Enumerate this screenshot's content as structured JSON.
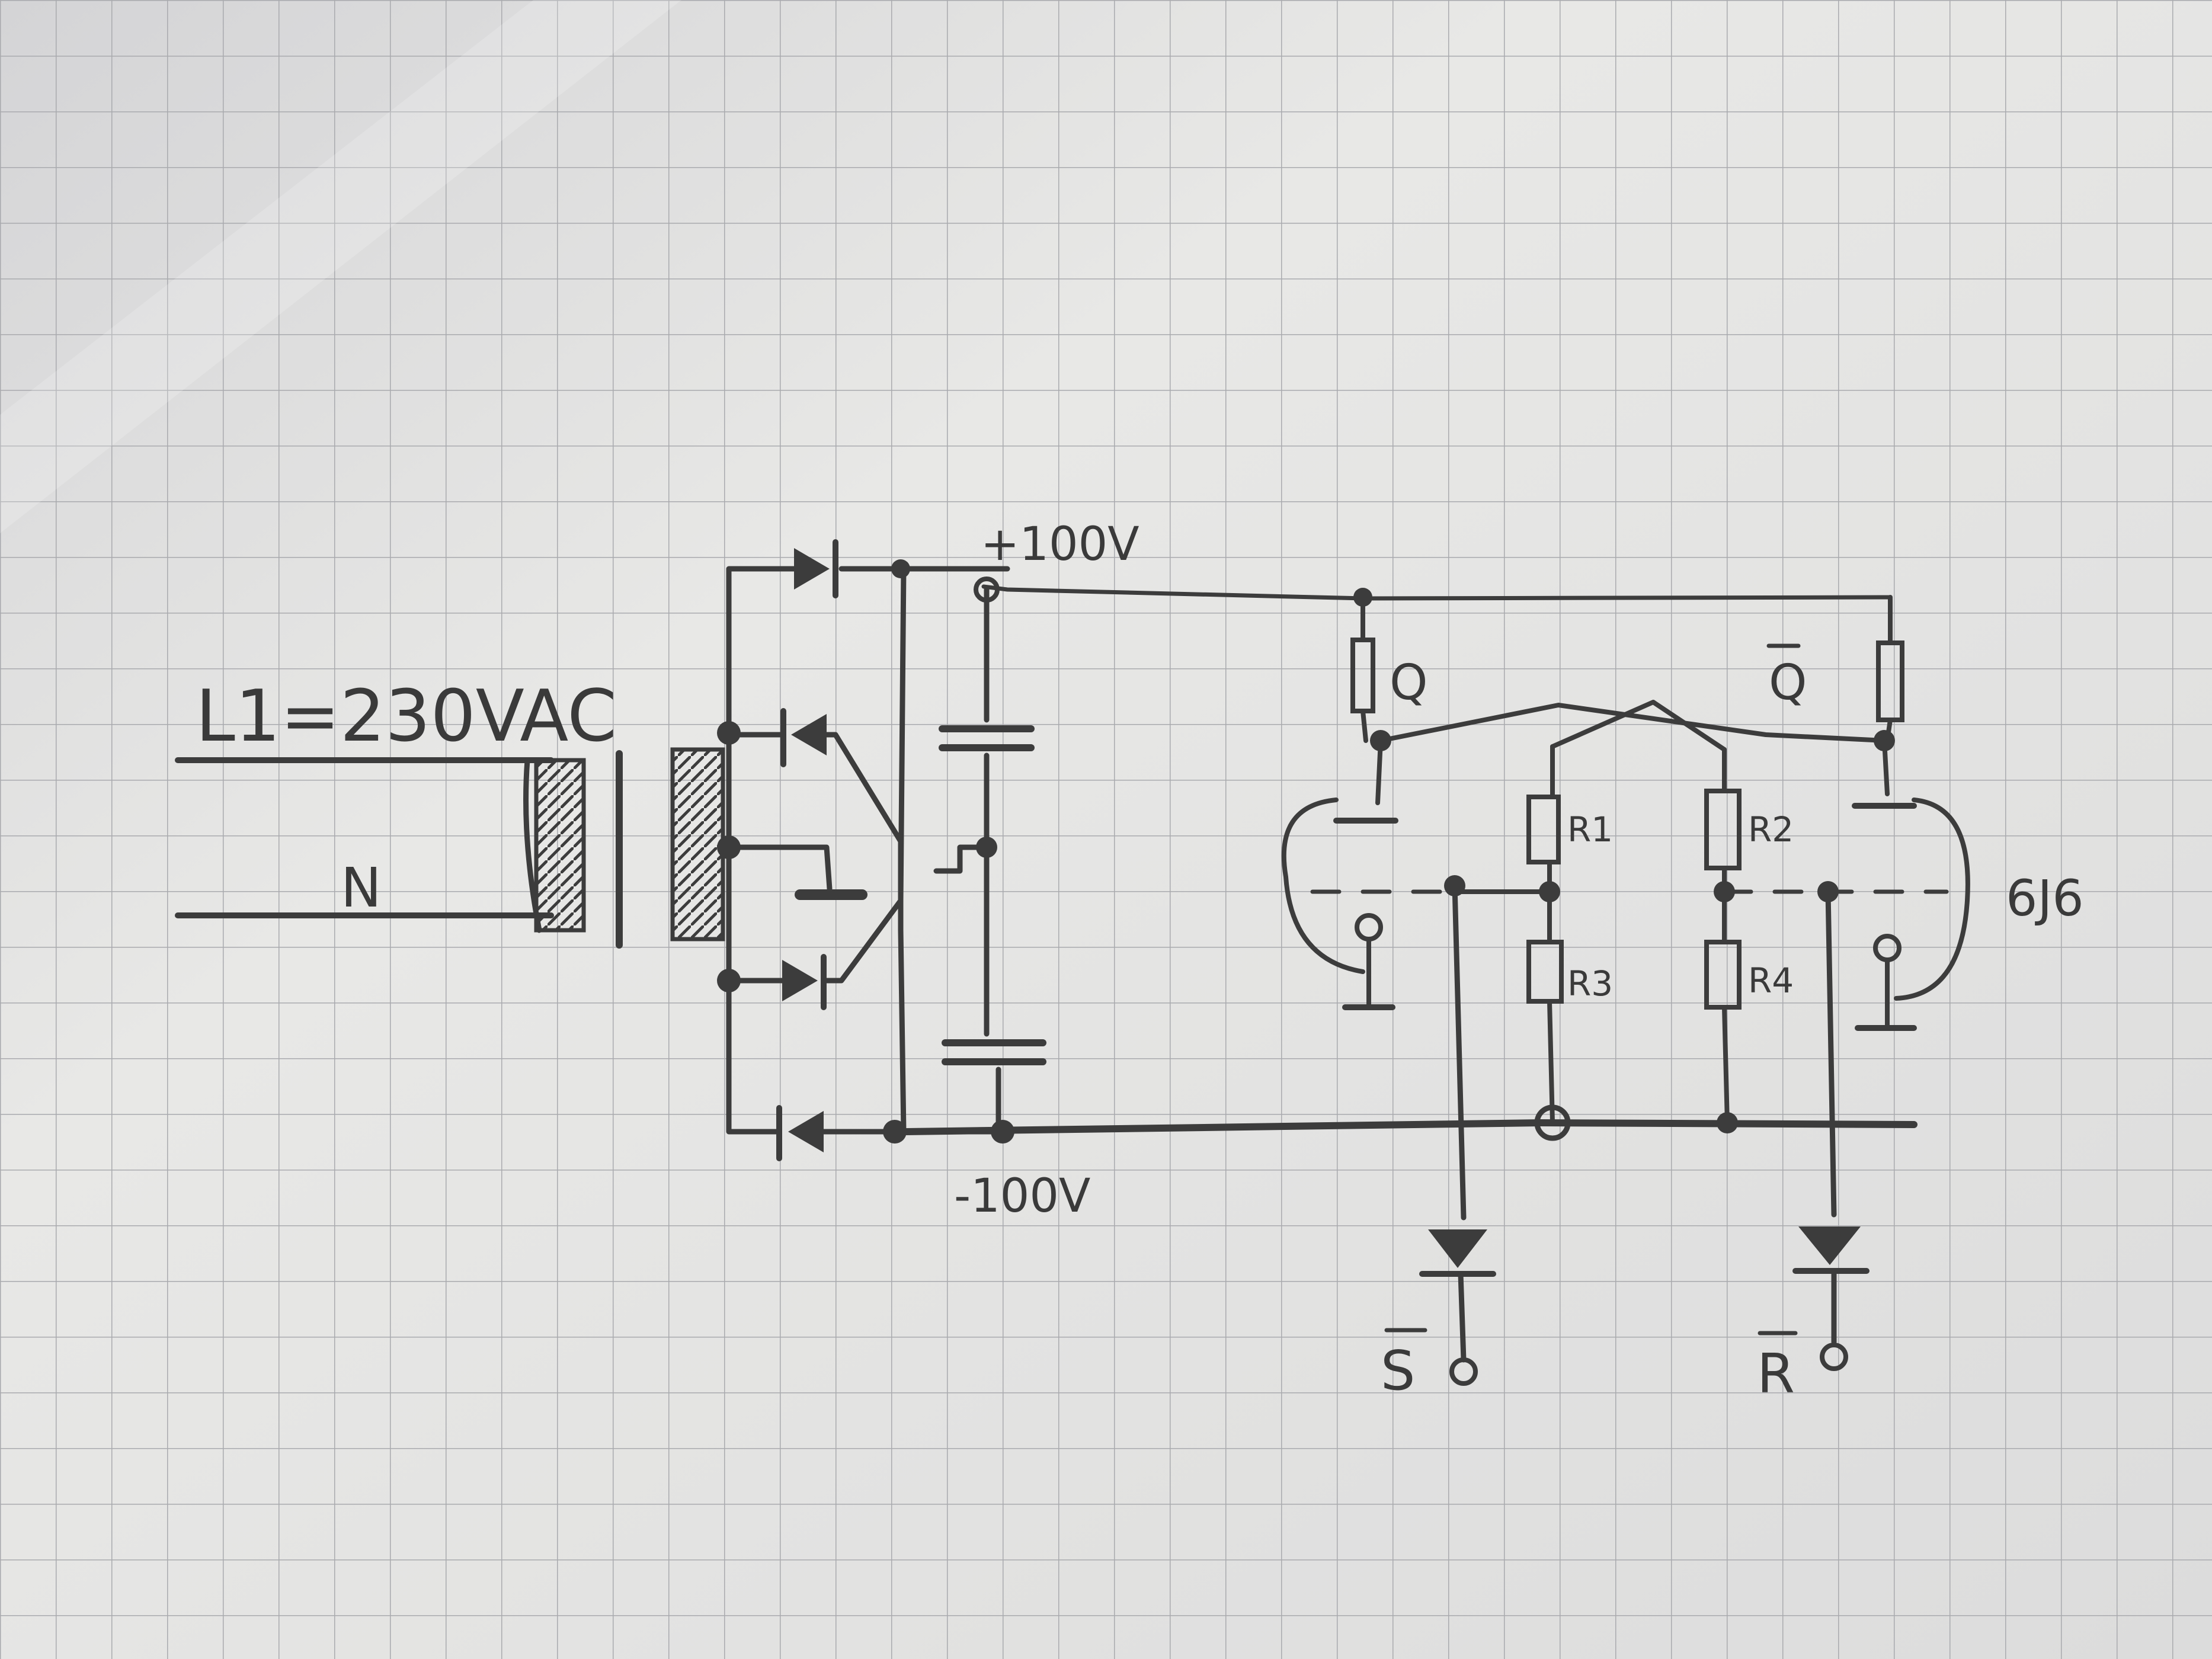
{
  "diagram": {
    "kind": "hand-drawn circuit schematic",
    "paper": {
      "grid": true,
      "colors": {
        "paper": "#e6e6e4",
        "grid": "#a9aaae",
        "pencil": "#3c3c3c"
      }
    },
    "labels": {
      "mains_line": "L1=230VAC",
      "mains_neutral": "N",
      "positive_rail": "+100V",
      "negative_rail": "-100V",
      "output_q": "Q",
      "output_q_bar": "Q",
      "r1": "R1",
      "r2": "R2",
      "r3": "R3",
      "r4": "R4",
      "tube": "6J6",
      "set_input": "S",
      "reset_input": "R"
    },
    "components": [
      "transformer",
      "bridge-rectifier",
      "filter-capacitor-top",
      "filter-capacitor-bottom",
      "anode-resistor-q",
      "anode-resistor-q-bar",
      "R1",
      "R2",
      "R3",
      "R4",
      "double-triode-6J6",
      "set-diode",
      "reset-diode"
    ]
  }
}
